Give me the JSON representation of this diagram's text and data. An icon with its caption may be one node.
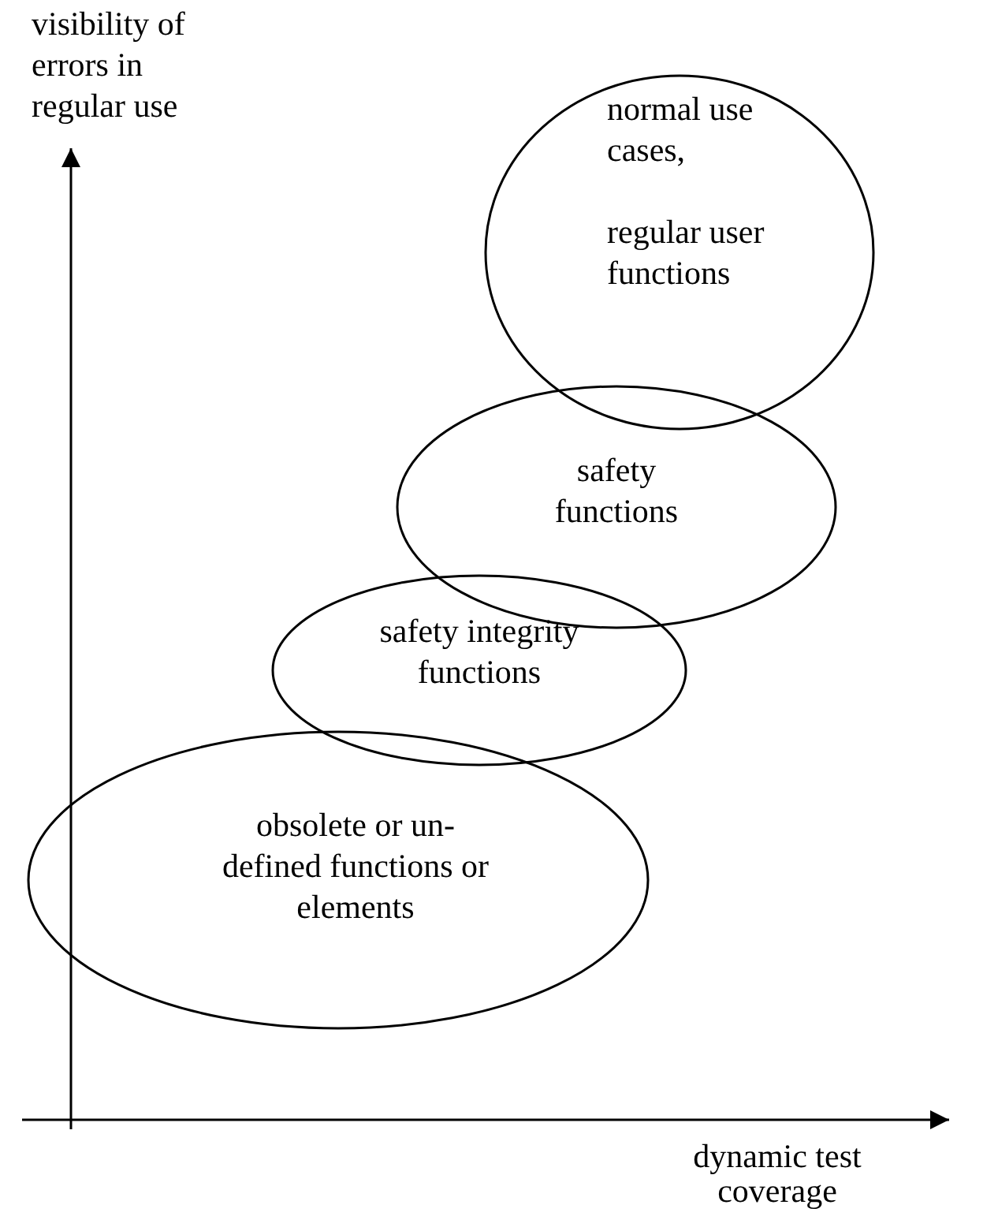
{
  "diagram": {
    "nodes": [
      {
        "text": [
          "normal use cases,",
          "regular user functions"
        ]
      },
      {
        "text": [
          "safety functions"
        ]
      },
      {
        "text": [
          "safety integrity functions"
        ]
      },
      {
        "text": [
          "obsolete or un- defined functions or elements"
        ]
      }
    ],
    "labels": [
      "visibility of errors in regular use",
      "dynamic test coverage"
    ]
  }
}
